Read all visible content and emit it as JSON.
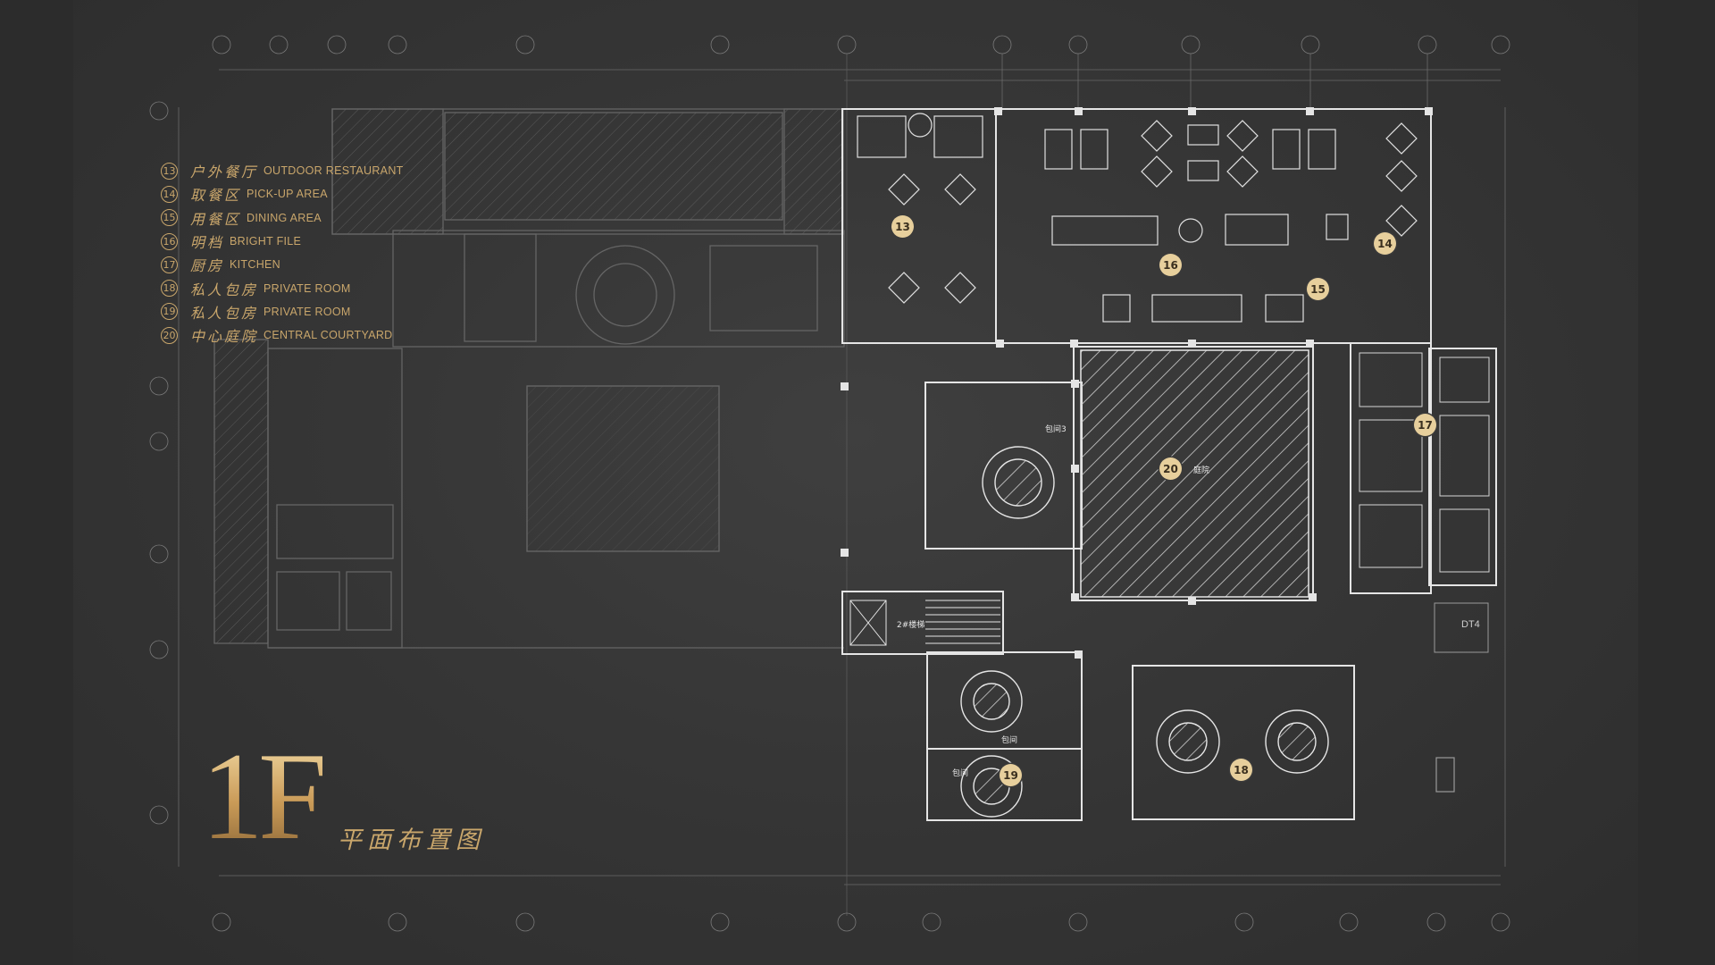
{
  "legend": [
    {
      "num": "13",
      "cn": "户外餐厅",
      "en": "OUTDOOR RESTAURANT"
    },
    {
      "num": "14",
      "cn": "取餐区",
      "en": "PICK-UP AREA"
    },
    {
      "num": "15",
      "cn": "用餐区",
      "en": "DINING AREA"
    },
    {
      "num": "16",
      "cn": "明档",
      "en": "BRIGHT FILE"
    },
    {
      "num": "17",
      "cn": "厨房",
      "en": "KITCHEN"
    },
    {
      "num": "18",
      "cn": "私人包房",
      "en": "PRIVATE ROOM"
    },
    {
      "num": "19",
      "cn": "私人包房",
      "en": "PRIVATE ROOM"
    },
    {
      "num": "20",
      "cn": "中心庭院",
      "en": "CENTRAL COURTYARD"
    }
  ],
  "title": {
    "floor": "1F",
    "subtitle": "平面布置图"
  },
  "markers": {
    "m13": "13",
    "m14": "14",
    "m15": "15",
    "m16": "16",
    "m17": "17",
    "m18": "18",
    "m19": "19",
    "m20": "20"
  },
  "labels": {
    "courtyard": "庭院",
    "private_room_3": "包间3",
    "private_room": "包间",
    "private_room_b": "包间",
    "stair": "2#楼梯",
    "dt4": "DT4"
  },
  "colors": {
    "gold": "#c9a66b",
    "line": "#dcdcdc",
    "background": "#2c2c2c"
  }
}
